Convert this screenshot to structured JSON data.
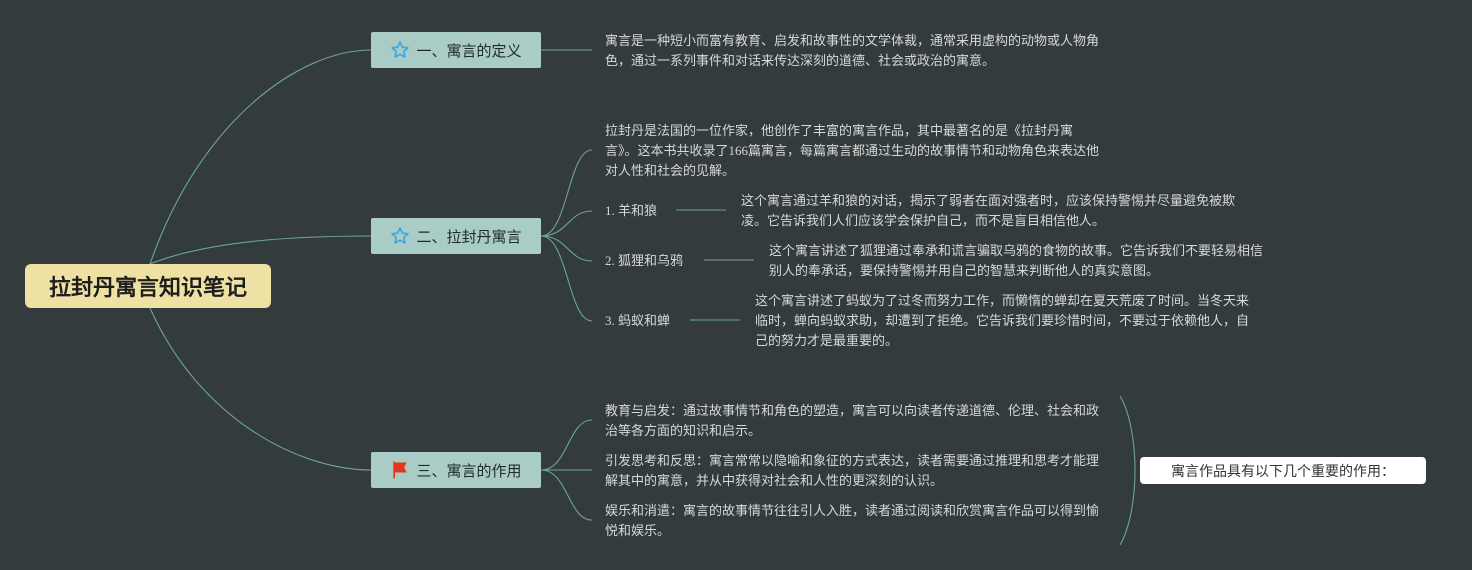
{
  "root": {
    "title": "拉封丹寓言知识笔记"
  },
  "branches": [
    {
      "label": "一、寓言的定义",
      "icon": "star-icon",
      "text": "寓言是一种短小而富有教育、启发和故事性的文学体裁，通常采用虚构的动物或人物角色，通过一系列事件和对话来传达深刻的道德、社会或政治的寓意。"
    },
    {
      "label": "二、拉封丹寓言",
      "icon": "star-icon",
      "intro": "拉封丹是法国的一位作家，他创作了丰富的寓言作品，其中最著名的是《拉封丹寓言》。这本书共收录了166篇寓言，每篇寓言都通过生动的故事情节和动物角色来表达他对人性和社会的见解。",
      "fables": [
        {
          "title": "1. 羊和狼",
          "desc": "这个寓言通过羊和狼的对话，揭示了弱者在面对强者时，应该保持警惕并尽量避免被欺凌。它告诉我们人们应该学会保护自己，而不是盲目相信他人。"
        },
        {
          "title": "2. 狐狸和乌鸦",
          "desc": "这个寓言讲述了狐狸通过奉承和谎言骗取乌鸦的食物的故事。它告诉我们不要轻易相信别人的奉承话，要保持警惕并用自己的智慧来判断他人的真实意图。"
        },
        {
          "title": "3. 蚂蚁和蝉",
          "desc": "这个寓言讲述了蚂蚁为了过冬而努力工作，而懒惰的蝉却在夏天荒废了时间。当冬天来临时，蝉向蚂蚁求助，却遭到了拒绝。它告诉我们要珍惜时间，不要过于依赖他人，自己的努力才是最重要的。"
        }
      ]
    },
    {
      "label": "三、寓言的作用",
      "icon": "red-flag-icon",
      "items": [
        "教育与启发：通过故事情节和角色的塑造，寓言可以向读者传递道德、伦理、社会和政治等各方面的知识和启示。",
        "引发思考和反思：寓言常常以隐喻和象征的方式表达，读者需要通过推理和思考才能理解其中的寓意，并从中获得对社会和人性的更深刻的认识。",
        "娱乐和消遣：寓言的故事情节往往引人入胜，读者通过阅读和欣赏寓言作品可以得到愉悦和娱乐。"
      ],
      "summary": "寓言作品具有以下几个重要的作用："
    }
  ],
  "colors": {
    "background": "#343b3c",
    "root": "#efe1a4",
    "branch": "#a9ccc6",
    "connector": "#6aa598",
    "star": "#3ea6e4",
    "flag": "#e8341c"
  }
}
